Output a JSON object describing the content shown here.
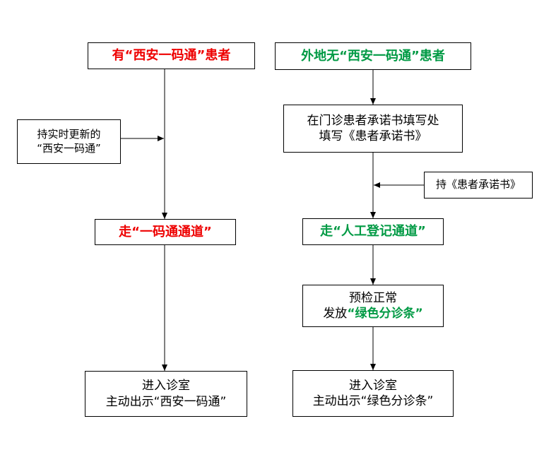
{
  "colors": {
    "red_path": "#ee0000",
    "green_path": "#009a44",
    "line": "#000000"
  },
  "left_path": {
    "start": "有“西安一码通”患者",
    "side_note": {
      "line1": "持实时更新的",
      "line2": "“西安一码通”"
    },
    "channel": "走“一码通通道”",
    "end": {
      "line1": "进入诊室",
      "line2": "主动出示“西安一码通”"
    }
  },
  "right_path": {
    "start": "外地无“西安一码通”患者",
    "fill_form": {
      "line1": "在门诊患者承诺书填写处",
      "line2": "填写《患者承诺书》"
    },
    "side_note": "持《患者承诺书》",
    "channel": "走“人工登记通道”",
    "precheck": {
      "line1": "预检正常",
      "line2_prefix": "发放",
      "line2_highlight": "“绿色分诊条”"
    },
    "end": {
      "line1": "进入诊室",
      "line2": "主动出示“绿色分诊条”"
    }
  }
}
